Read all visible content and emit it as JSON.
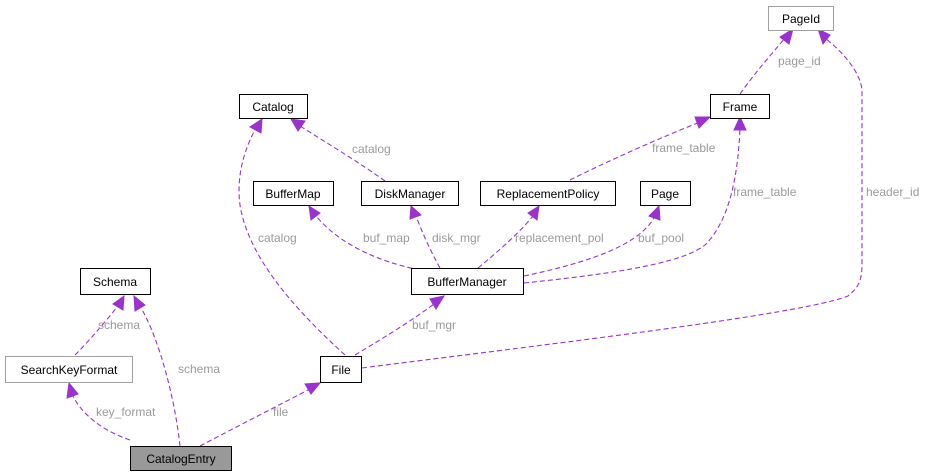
{
  "diagram": {
    "nodes": {
      "pageid": "PageId",
      "frame": "Frame",
      "catalog": "Catalog",
      "buffermap": "BufferMap",
      "diskmanager": "DiskManager",
      "replacementpolicy": "ReplacementPolicy",
      "page": "Page",
      "buffermanager": "BufferManager",
      "schema": "Schema",
      "searchkeyformat": "SearchKeyFormat",
      "file": "File",
      "catalogentry": "CatalogEntry"
    },
    "edges": {
      "page_id": "page_id",
      "frame_table_rp": "frame_table",
      "frame_table_bm": "frame_table",
      "header_id": "header_id",
      "catalog_dm": "catalog",
      "catalog_file": "catalog",
      "buf_map": "buf_map",
      "disk_mgr": "disk_mgr",
      "replacement_pol": "replacement_pol",
      "buf_pool": "buf_pool",
      "buf_mgr": "buf_mgr",
      "schema_skf": "schema",
      "schema_ce": "schema",
      "key_format": "key_format",
      "file": "file"
    }
  }
}
